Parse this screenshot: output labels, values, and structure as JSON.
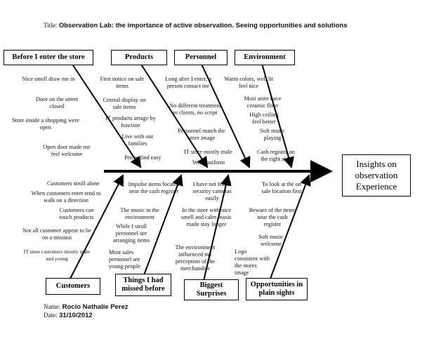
{
  "header": {
    "title_key": "Title:",
    "title": "Observation Lab: the importance of active observation. Seeing opportunities and solutions"
  },
  "categories_top": [
    "Before I enter the store",
    "Products",
    "Personnel",
    "Environment"
  ],
  "categories_bottom": [
    "Customers",
    "Things I had missed before",
    "Biggest Surprises",
    "Opportunities in plain sights"
  ],
  "effect": "Insights on observation Experience",
  "notes": {
    "before_store": [
      "Nice smell draw me in",
      "Door on the street closed",
      "Store inside a shopping were open",
      "Open door made me feel welcome"
    ],
    "products": [
      "First notice on sale items",
      "Central display on sale items",
      "IT products arrage by function",
      "Live with our families",
      "Prices find easy"
    ],
    "personnel": [
      "Long after I enter, a person contact me",
      "No different treatment to clients, no script",
      "Personnel match the store image",
      "IT store mostly male",
      "Wear uniform"
    ],
    "environment": [
      "Warm colors, well lit feel nice",
      "Most store have ceramic floor",
      "High ceiling feel better",
      "Soft music playing",
      "Cash register on the right side"
    ],
    "customers": [
      "Customers stroll alone",
      "When customers enter tend to walk on a direction",
      "Customers can touch products",
      "Not all customer appear to be on a mission",
      "IT store customers mostly male and young"
    ],
    "missed": [
      "Impulse items located near the cash register",
      "The music in the environment",
      "While I stroll personnel are arranging items",
      "Most sales personnel are young people"
    ],
    "surprises": [
      "I have not found security cameras easily",
      "In the store with nice smell and calm music made stay longer",
      "The environment influenced my perception of the merchandise"
    ],
    "opportunities": [
      "To look at the on sale location first",
      "Beware of the items near the cash register",
      "Soft music welcome",
      "Logo consistent with the stores image"
    ]
  },
  "footer": {
    "name_key": "Name:",
    "name": "Rocio Nathalie Perez",
    "date_key": "Date:",
    "date": "31/10/2012"
  }
}
